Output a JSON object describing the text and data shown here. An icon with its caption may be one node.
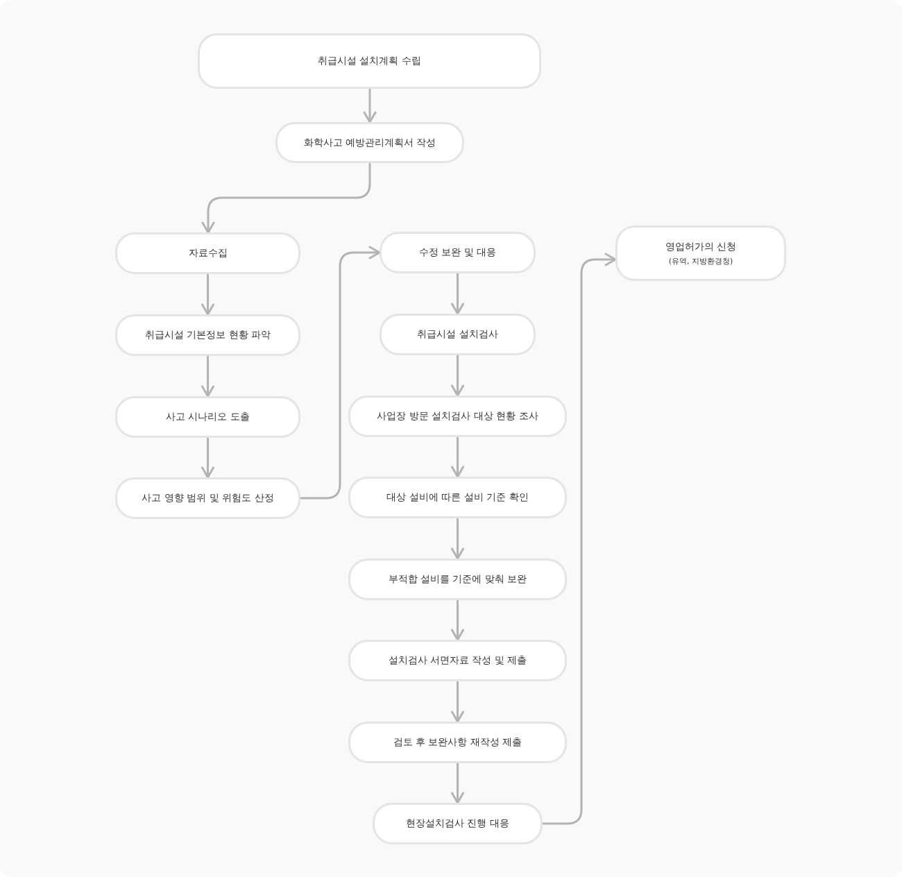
{
  "diagram": {
    "nodes": [
      {
        "text": [
          "취급시설 설치계획 수립"
        ]
      },
      {
        "text": [
          "화학사고 예방관리계획서 작성"
        ]
      },
      {
        "text": [
          "자료수집"
        ]
      },
      {
        "text": [
          "취급시설 기본정보 현황 파악"
        ]
      },
      {
        "text": [
          "사고 시나리오 도출"
        ]
      },
      {
        "text": [
          "사고 영향 범위 및 위험도 산정"
        ]
      },
      {
        "text": [
          "수정 보완 및 대응"
        ]
      },
      {
        "text": [
          "취급시설 설치검사"
        ]
      },
      {
        "text": [
          "사업장 방문 설치검사 대상 현황 조사"
        ]
      },
      {
        "text": [
          "대상 설비에 따른 설비 기준 확인"
        ]
      },
      {
        "text": [
          "부적합 설비를 기준에 맞춰 보완"
        ]
      },
      {
        "text": [
          "설치검사 서면자료 작성 및 제출"
        ]
      },
      {
        "text": [
          "검토 후 보완사항 재작성 제출"
        ]
      },
      {
        "text": [
          "현장설치검사 진행 대응"
        ]
      },
      {
        "text": [
          "영업허가의 신청",
          "(유역, 지방환경청)"
        ]
      }
    ],
    "edges": [
      {
        "from": 0,
        "to": 1,
        "arrow": "to"
      },
      {
        "from": 1,
        "to": 2,
        "arrow": "to"
      },
      {
        "from": 2,
        "to": 3,
        "arrow": "to"
      },
      {
        "from": 3,
        "to": 4,
        "arrow": "to"
      },
      {
        "from": 4,
        "to": 5,
        "arrow": "to"
      },
      {
        "from": 5,
        "to": 6,
        "arrow": "to"
      },
      {
        "from": 6,
        "to": 7,
        "arrow": "to"
      },
      {
        "from": 7,
        "to": 8,
        "arrow": "to"
      },
      {
        "from": 8,
        "to": 9,
        "arrow": "to"
      },
      {
        "from": 9,
        "to": 10,
        "arrow": "to"
      },
      {
        "from": 10,
        "to": 11,
        "arrow": "to"
      },
      {
        "from": 11,
        "to": 12,
        "arrow": "to"
      },
      {
        "from": 12,
        "to": 13,
        "arrow": "to"
      },
      {
        "from": 13,
        "to": 14,
        "arrow": "to"
      }
    ]
  }
}
